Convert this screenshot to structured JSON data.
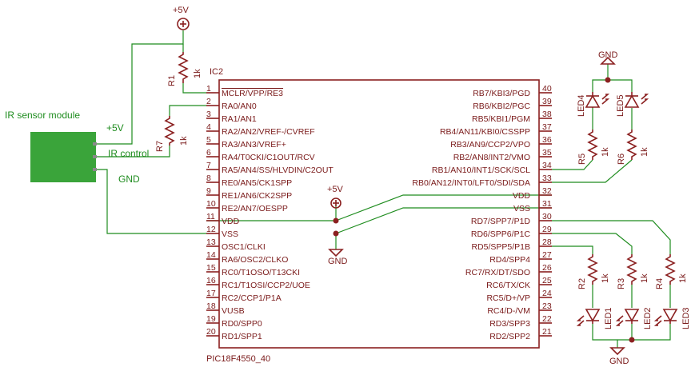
{
  "module": {
    "title": "IR sensor module",
    "v5": "+5V",
    "control": "IR control",
    "gnd": "GND",
    "color": "#3aa43a"
  },
  "ic": {
    "name": "IC2",
    "part": "PIC18F4550_40",
    "left_pins": [
      {
        "n": "1",
        "label": "MCLR/VPP/RE3"
      },
      {
        "n": "2",
        "label": "RA0/AN0"
      },
      {
        "n": "3",
        "label": "RA1/AN1"
      },
      {
        "n": "4",
        "label": "RA2/AN2/VREF-/CVREF"
      },
      {
        "n": "5",
        "label": "RA3/AN3/VREF+"
      },
      {
        "n": "6",
        "label": "RA4/T0CKI/C1OUT/RCV"
      },
      {
        "n": "7",
        "label": "RA5/AN4/SS/HLVDIN/C2OUT"
      },
      {
        "n": "8",
        "label": "RE0/AN5/CK1SPP"
      },
      {
        "n": "9",
        "label": "RE1/AN6/CK2SPP"
      },
      {
        "n": "10",
        "label": "RE2/AN7/OESPP"
      },
      {
        "n": "11",
        "label": "VDD"
      },
      {
        "n": "12",
        "label": "VSS"
      },
      {
        "n": "13",
        "label": "OSC1/CLKI"
      },
      {
        "n": "14",
        "label": "RA6/OSC2/CLKO"
      },
      {
        "n": "15",
        "label": "RC0/T1OSO/T13CKI"
      },
      {
        "n": "16",
        "label": "RC1/T1OSI/CCP2/UOE"
      },
      {
        "n": "17",
        "label": "RC2/CCP1/P1A"
      },
      {
        "n": "18",
        "label": "VUSB"
      },
      {
        "n": "19",
        "label": "RD0/SPP0"
      },
      {
        "n": "20",
        "label": "RD1/SPP1"
      }
    ],
    "right_pins": [
      {
        "n": "40",
        "label": "RB7/KBI3/PGD"
      },
      {
        "n": "39",
        "label": "RB6/KBI2/PGC"
      },
      {
        "n": "38",
        "label": "RB5/KBI1/PGM"
      },
      {
        "n": "37",
        "label": "RB4/AN11/KBI0/CSSPP"
      },
      {
        "n": "36",
        "label": "RB3/AN9/CCP2/VPO"
      },
      {
        "n": "35",
        "label": "RB2/AN8/INT2/VMO"
      },
      {
        "n": "34",
        "label": "RB1/AN10/INT1/SCK/SCL"
      },
      {
        "n": "33",
        "label": "RB0/AN12/INT0/LFT0/SDI/SDA"
      },
      {
        "n": "32",
        "label": "VDD"
      },
      {
        "n": "31",
        "label": "VSS"
      },
      {
        "n": "30",
        "label": "RD7/SPP7/P1D"
      },
      {
        "n": "29",
        "label": "RD6/SPP6/P1C"
      },
      {
        "n": "28",
        "label": "RD5/SPP5/P1B"
      },
      {
        "n": "27",
        "label": "RD4/SPP4"
      },
      {
        "n": "26",
        "label": "RC7/RX/DT/SDO"
      },
      {
        "n": "25",
        "label": "RC6/TX/CK"
      },
      {
        "n": "24",
        "label": "RC5/D+/VP"
      },
      {
        "n": "23",
        "label": "RC4/D-/VM"
      },
      {
        "n": "22",
        "label": "RD3/SPP3"
      },
      {
        "n": "21",
        "label": "RD2/SPP2"
      }
    ]
  },
  "resistors": [
    {
      "name": "R1",
      "value": "1k"
    },
    {
      "name": "R7",
      "value": "1k"
    },
    {
      "name": "R5",
      "value": "1k"
    },
    {
      "name": "R6",
      "value": "1k"
    },
    {
      "name": "R2",
      "value": "1k"
    },
    {
      "name": "R3",
      "value": "1k"
    },
    {
      "name": "R4",
      "value": "1k"
    }
  ],
  "leds": [
    "LED4",
    "LED5",
    "LED1",
    "LED2",
    "LED3"
  ],
  "supplies": {
    "plus5v_top": "+5V",
    "plus5v_mid": "+5V",
    "gnd_mid": "GND",
    "gnd_top": "GND",
    "gnd_bottom": "GND"
  }
}
